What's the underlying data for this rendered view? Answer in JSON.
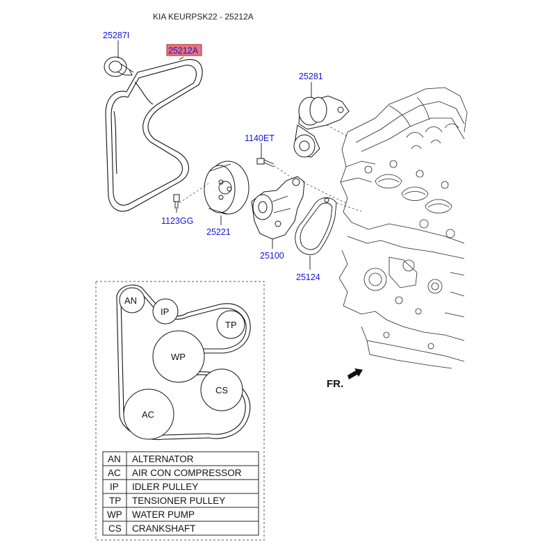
{
  "header": {
    "title": "KIA KEURPSK22 - 25212A"
  },
  "parts": {
    "idler": "25287I",
    "belt": "25212A",
    "tensioner": "25281",
    "bolt_upper": "1140ET",
    "bolt_lower": "1123GG",
    "pulley": "25221",
    "water_pump": "25100",
    "gasket": "25124"
  },
  "colors": {
    "callout_highlight": "#e6737f",
    "part_number_text": "#1414d8"
  },
  "direction_label": "FR.",
  "belt_layout": {
    "pulleys": {
      "an": "AN",
      "ip": "IP",
      "tp": "TP",
      "wp": "WP",
      "cs": "CS",
      "ac": "AC"
    }
  },
  "legend": [
    {
      "code": "AN",
      "name": "ALTERNATOR"
    },
    {
      "code": "AC",
      "name": "AIR CON COMPRESSOR"
    },
    {
      "code": "IP",
      "name": "IDLER PULLEY"
    },
    {
      "code": "TP",
      "name": "TENSIONER PULLEY"
    },
    {
      "code": "WP",
      "name": "WATER PUMP"
    },
    {
      "code": "CS",
      "name": "CRANKSHAFT"
    }
  ]
}
